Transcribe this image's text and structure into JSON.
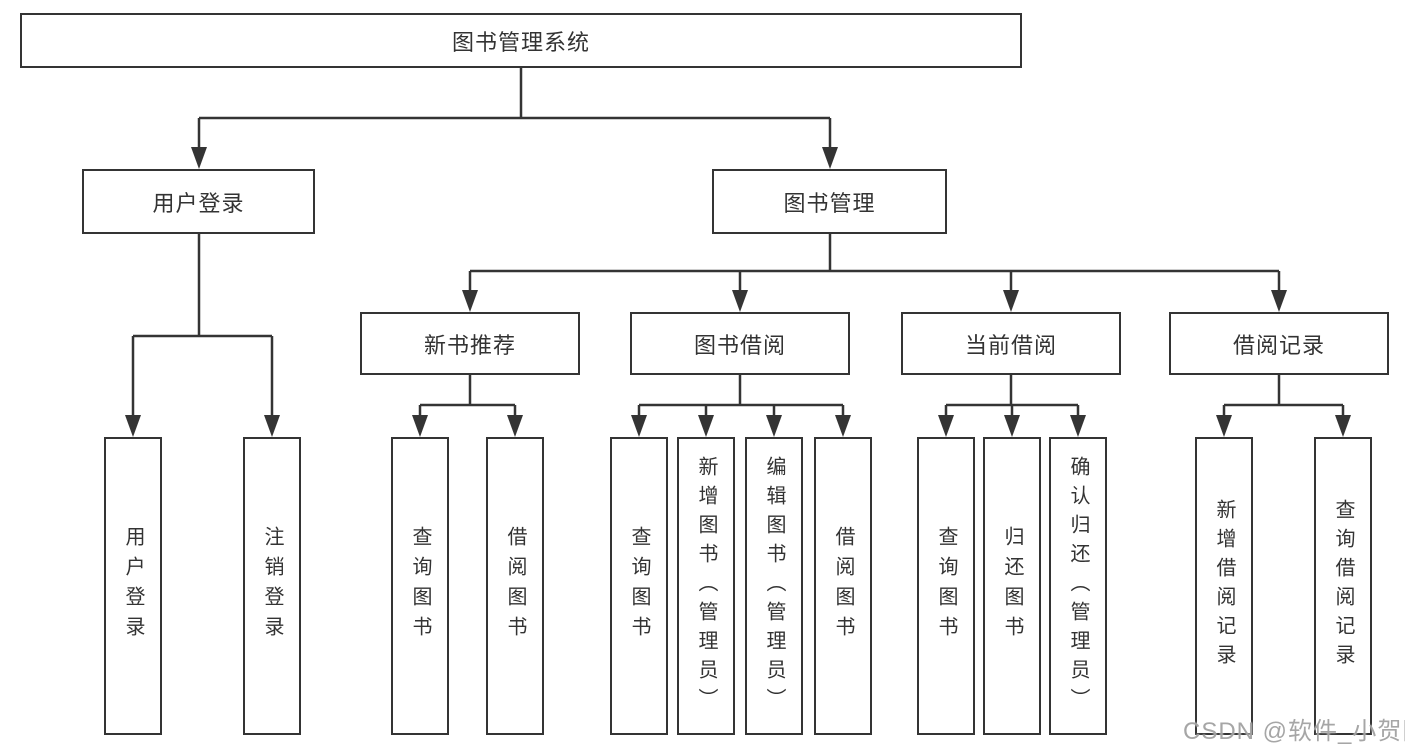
{
  "diagram": {
    "tree": {
      "label": "图书管理系统",
      "children": [
        {
          "label": "用户登录",
          "children": [
            {
              "label": "用户登录"
            },
            {
              "label": "注销登录"
            }
          ]
        },
        {
          "label": "图书管理",
          "children": [
            {
              "label": "新书推荐",
              "children": [
                {
                  "label": "查询图书"
                },
                {
                  "label": "借阅图书"
                }
              ]
            },
            {
              "label": "图书借阅",
              "children": [
                {
                  "label": "查询图书"
                },
                {
                  "label": "新增图书（管理员）"
                },
                {
                  "label": "编辑图书（管理员）"
                },
                {
                  "label": "借阅图书"
                }
              ]
            },
            {
              "label": "当前借阅",
              "children": [
                {
                  "label": "查询图书"
                },
                {
                  "label": "归还图书"
                },
                {
                  "label": "确认归还（管理员）"
                }
              ]
            },
            {
              "label": "借阅记录",
              "children": [
                {
                  "label": "新增借阅记录"
                },
                {
                  "label": "查询借阅记录"
                }
              ]
            }
          ]
        }
      ]
    },
    "colors": {
      "line": "#343434",
      "box_border": "#343434",
      "box_background": "#ffffff",
      "text": "#333333",
      "watermark": "#9e9e9e"
    }
  },
  "watermark": {
    "text": "CSDN @软件_小贺同学"
  }
}
